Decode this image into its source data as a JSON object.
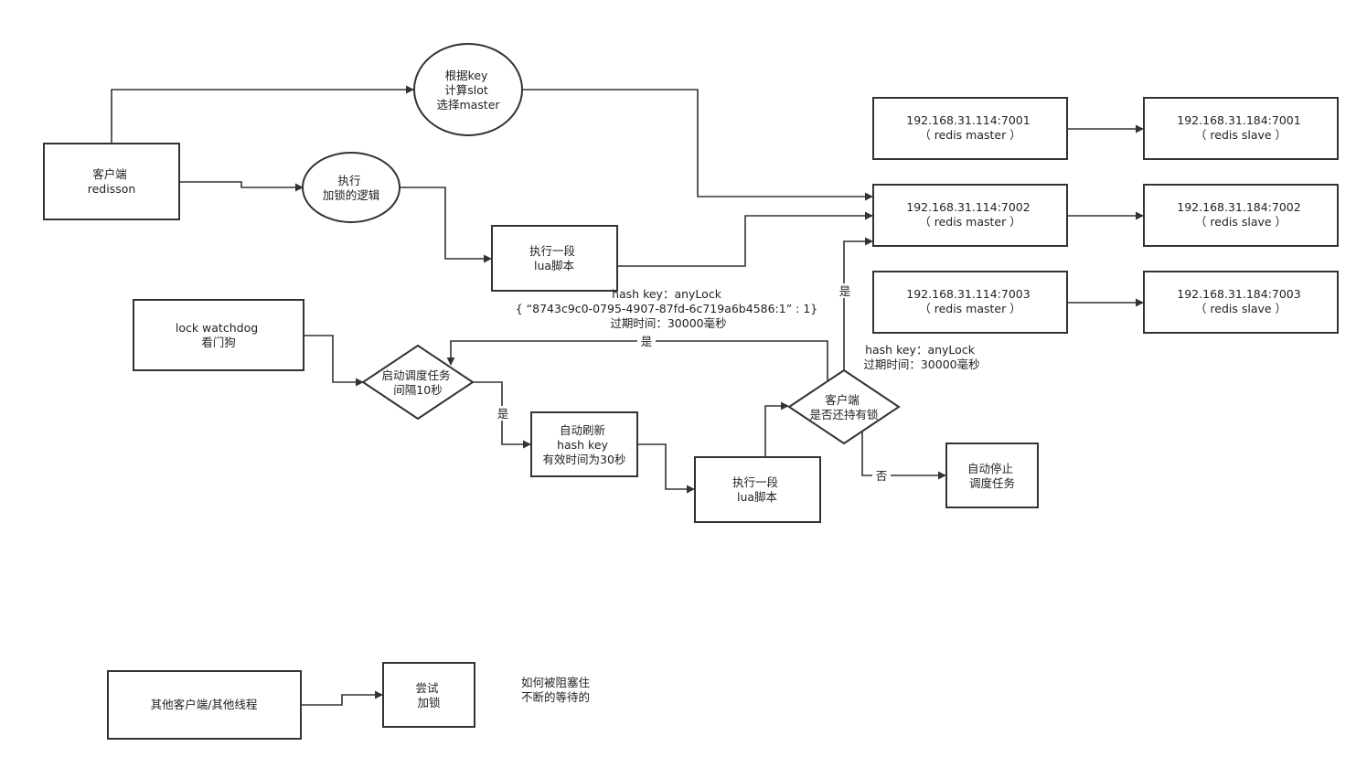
{
  "nodes": {
    "client": [
      "客户端",
      "redisson"
    ],
    "slot": [
      "根据key",
      "计算slot",
      "选择master"
    ],
    "exec_lock": [
      "执行",
      "加锁的逻辑"
    ],
    "lua1": [
      "执行一段",
      "lua脚本"
    ],
    "m1": [
      "192.168.31.114:7001",
      "（ redis master ）"
    ],
    "m2": [
      "192.168.31.114:7002",
      "（ redis master ）"
    ],
    "m3": [
      "192.168.31.114:7003",
      "（ redis master ）"
    ],
    "s1": [
      "192.168.31.184:7001",
      "（ redis slave ）"
    ],
    "s2": [
      "192.168.31.184:7002",
      "（ redis slave ）"
    ],
    "s3": [
      "192.168.31.184:7003",
      "（ redis slave ）"
    ],
    "watchdog": [
      "lock watchdog",
      "看门狗"
    ],
    "schedule": [
      "启动调度任务",
      "间隔10秒"
    ],
    "refresh": [
      "自动刷新",
      "hash key",
      "有效时间为30秒"
    ],
    "lua2": [
      "执行一段",
      "lua脚本"
    ],
    "hold": [
      "客户端",
      "是否还持有锁"
    ],
    "stop": [
      "自动停止",
      "调度任务"
    ],
    "other": [
      "其他客户端/其他线程"
    ],
    "try": [
      "尝试",
      "加锁"
    ]
  },
  "labels": {
    "hash_info": [
      "hash key：anyLock",
      "{ “8743c9c0-0795-4907-87fd-6c719a6b4586:1” : 1}",
      "过期时间：30000毫秒"
    ],
    "hash_info2": [
      "hash key：anyLock",
      "过期时间：30000毫秒"
    ],
    "yes1": "是",
    "yes2": "是",
    "yes3": "是",
    "no": "否",
    "blocked": [
      "如何被阻塞住",
      "不断的等待的"
    ]
  }
}
